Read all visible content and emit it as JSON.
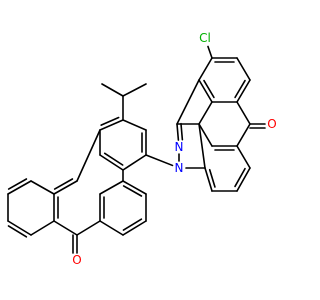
{
  "molecule": {
    "colors": {
      "bond": "#000000",
      "C": "#000000",
      "N": "#0000ff",
      "O": "#ff0000",
      "Cl": "#00b000"
    },
    "atoms": [
      {
        "id": "cl",
        "label": "Cl",
        "element": "Cl"
      },
      {
        "id": "n1",
        "label": "N",
        "element": "N"
      },
      {
        "id": "n2",
        "label": "N",
        "element": "N"
      },
      {
        "id": "o1",
        "label": "O",
        "element": "O"
      },
      {
        "id": "o2",
        "label": "O",
        "element": "O"
      }
    ]
  }
}
